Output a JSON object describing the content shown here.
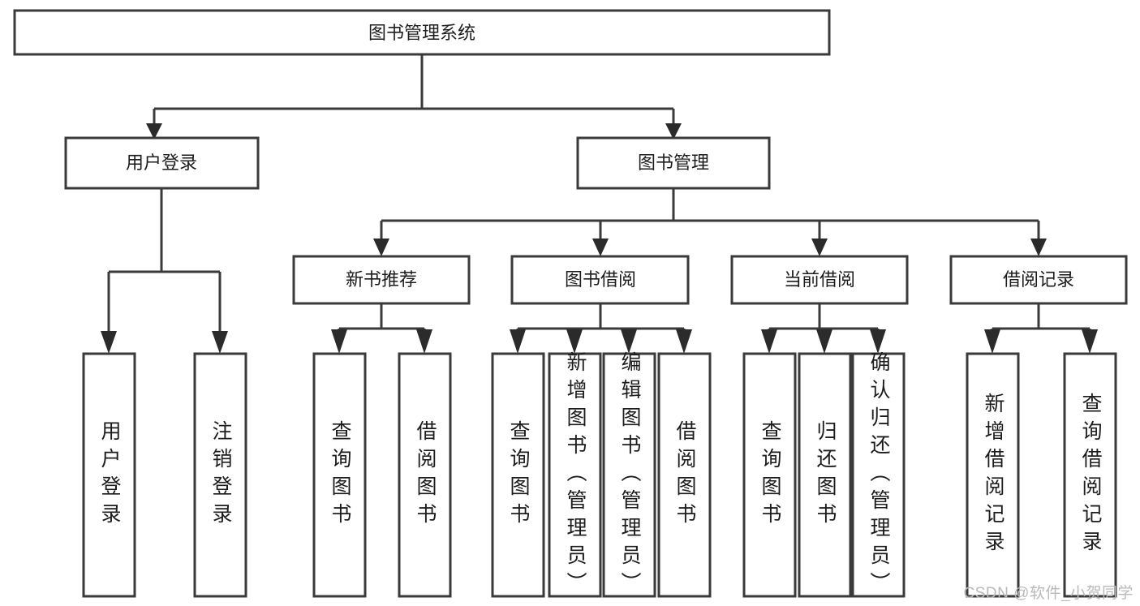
{
  "diagram": {
    "title": "图书管理系统",
    "type": "tree",
    "colors": {
      "box_border": "#3a3a3a",
      "box_fill": "#ffffff",
      "connector": "#3a3a3a",
      "text": "#1c1c1c",
      "watermark": "#b9b9b9",
      "background": "#ffffff"
    },
    "root": {
      "label": "图书管理系统"
    },
    "level2": [
      {
        "label": "用户登录"
      },
      {
        "label": "图书管理"
      }
    ],
    "level3": [
      {
        "label": "新书推荐"
      },
      {
        "label": "图书借阅"
      },
      {
        "label": "当前借阅"
      },
      {
        "label": "借阅记录"
      }
    ],
    "leaves": {
      "user_login": [
        "用户登录",
        "注销登录"
      ],
      "new_book_recommend": [
        "查询图书",
        "借阅图书"
      ],
      "book_borrow": [
        "查询图书",
        "新增图书（管理员）",
        "编辑图书（管理员）",
        "借阅图书"
      ],
      "current_borrow": [
        "查询图书",
        "归还图书",
        "确认归还（管理员）"
      ],
      "borrow_record": [
        "新增借阅记录",
        "查询借阅记录"
      ]
    }
  },
  "watermark": {
    "text": "CSDN @软件_小贺同学"
  }
}
